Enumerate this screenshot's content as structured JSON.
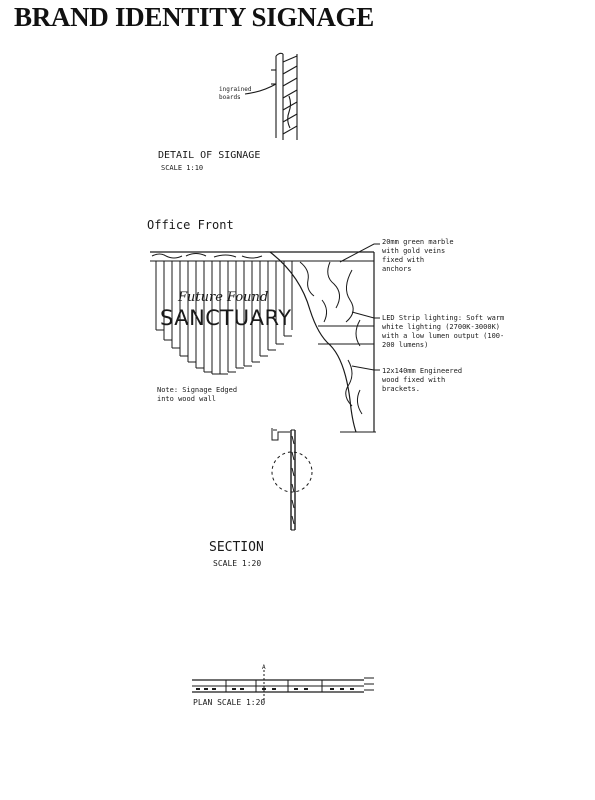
{
  "title": "BRAND IDENTITY SIGNAGE",
  "detail": {
    "annotation": "ingrained boards",
    "label": "DETAIL OF SIGNAGE",
    "scale": "SCALE 1:10"
  },
  "office_front": {
    "label": "Office Front",
    "sign_script": "Future Found",
    "sign_main": "SANCTUARY",
    "marble_note": "20mm green marble with gold veins fixed with anchors",
    "led_note": "LED Strip lighting: Soft warm white lighting (2700K-3000K) with a low lumen output (100-200 lumens)",
    "wood_note": "12x140mm Engineered wood fixed with brackets.",
    "note": "Note: Signage Edged into wood wall"
  },
  "section": {
    "label": "SECTION",
    "scale": "SCALE 1:20"
  },
  "plan": {
    "label": "PLAN SCALE 1:20",
    "marker": "A"
  }
}
